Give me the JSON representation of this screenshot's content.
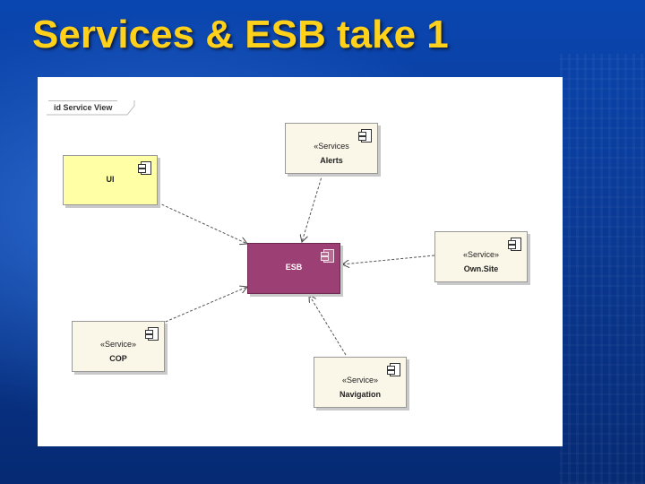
{
  "slide": {
    "title": "Services & ESB take 1"
  },
  "diagram": {
    "frame_label": "id Service View",
    "nodes": {
      "alerts": {
        "stereotype": "«Services",
        "name": "Alerts"
      },
      "ui": {
        "stereotype": "",
        "name": "UI"
      },
      "esb": {
        "stereotype": "",
        "name": "ESB"
      },
      "ownsite": {
        "stereotype": "«Service»",
        "name": "Own.Site"
      },
      "cop": {
        "stereotype": "«Service»",
        "name": "COP"
      },
      "navigation": {
        "stereotype": "«Service»",
        "name": "Navigation"
      }
    },
    "colors": {
      "ui_fill": "#ffffa5",
      "service_fill": "#fbf7e8",
      "esb_fill": "#9c3f74",
      "title": "#ffd11a",
      "background": "#0a46b0"
    }
  }
}
